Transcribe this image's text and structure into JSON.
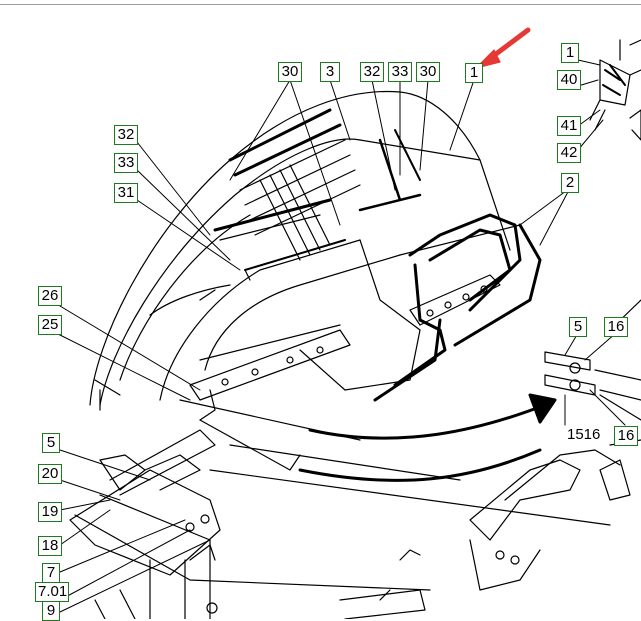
{
  "diagram": {
    "callouts": {
      "c30a": "30",
      "c3": "3",
      "c32a": "32",
      "c33a": "33",
      "c30b": "30",
      "c1a": "1",
      "c32b": "32",
      "c33b": "33",
      "c31": "31",
      "c26": "26",
      "c25": "25",
      "c1b": "1",
      "c40": "40",
      "c41": "41",
      "c42": "42",
      "c2": "2",
      "c5a": "5",
      "c16a": "16",
      "c16b": "16",
      "c5b": "5",
      "c20": "20",
      "c19": "19",
      "c18": "18",
      "c7": "7",
      "c701": "7.01",
      "c9": "9"
    },
    "plain_labels": {
      "p1516": "1516"
    },
    "colors": {
      "callout_border": "#1e7a1e",
      "pointer_arrow": "#e53935",
      "line": "#000000"
    },
    "icons": {
      "pointer": "red-arrow-icon",
      "flow": "curved-arrow-icon"
    }
  }
}
